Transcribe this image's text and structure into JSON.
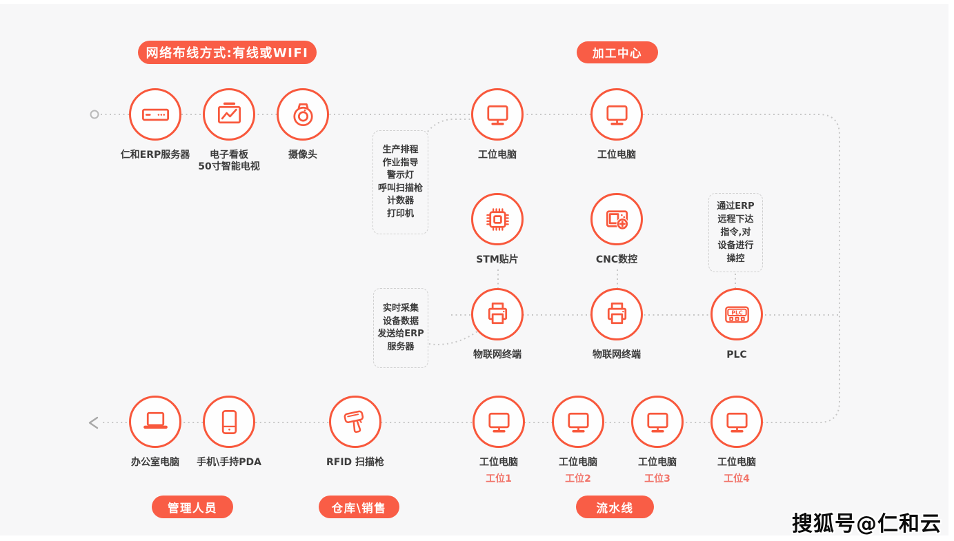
{
  "colors": {
    "accent_icon": "#f8583c",
    "accent_button": "#f95d46",
    "sublabel_red": "#f1746a",
    "connector_gray": "#c7c7c7",
    "text_dark": "#3c3c3c",
    "background": "#f7f7f8"
  },
  "banners": {
    "network_mode": {
      "label": "网络布线方式:有线或WIFI"
    },
    "machining_center": {
      "label": "加工中心"
    },
    "managers": {
      "label": "管理人员"
    },
    "warehouse_sales": {
      "label": "仓库\\销售"
    },
    "assembly_line": {
      "label": "流水线"
    }
  },
  "nodes": {
    "erp_server": {
      "label": "仁和ERP服务器"
    },
    "kanban": {
      "label": "电子看板",
      "label2": "50寸智能电视"
    },
    "camera": {
      "label": "摄像头"
    },
    "ws_top1": {
      "label": "工位电脑"
    },
    "ws_top2": {
      "label": "工位电脑"
    },
    "stm": {
      "label": "STM贴片"
    },
    "cnc": {
      "label": "CNC数控"
    },
    "iot1": {
      "label": "物联网终端"
    },
    "iot2": {
      "label": "物联网终端"
    },
    "plc": {
      "label": "PLC",
      "icon_text": "PLC"
    },
    "office_pc": {
      "label": "办公室电脑"
    },
    "pda": {
      "label": "手机\\手持PDA"
    },
    "rfid": {
      "label": "RFID 扫描枪"
    },
    "ws1": {
      "label": "工位电脑",
      "sublabel": "工位1"
    },
    "ws2": {
      "label": "工位电脑",
      "sublabel": "工位2"
    },
    "ws3": {
      "label": "工位电脑",
      "sublabel": "工位3"
    },
    "ws4": {
      "label": "工位电脑",
      "sublabel": "工位4"
    }
  },
  "notes": {
    "station_devices": {
      "lines": [
        "生产排程",
        "作业指导",
        "警示灯",
        "呼叫扫描枪",
        "计数器",
        "打印机"
      ]
    },
    "erp_remote": {
      "lines": [
        "通过ERP",
        "远程下达",
        "指令,对",
        "设备进行",
        "操控"
      ]
    },
    "realtime": {
      "lines": [
        "实时采集",
        "设备数据",
        "发送给ERP",
        "服务器"
      ]
    }
  },
  "watermark": {
    "text": "搜狐号@仁和云"
  }
}
